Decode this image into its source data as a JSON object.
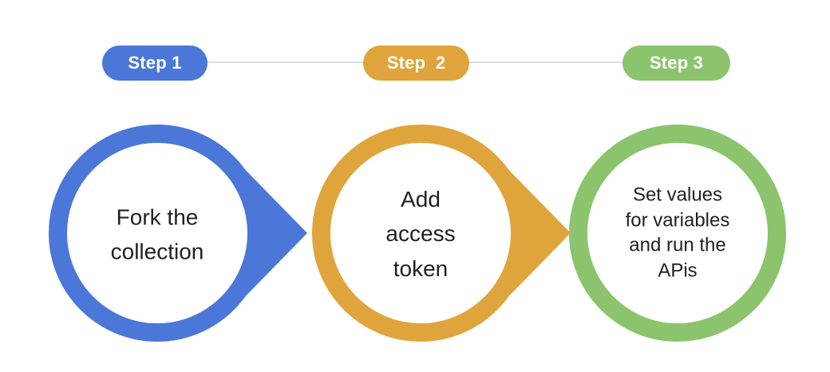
{
  "diagram": {
    "background_color": "#ffffff",
    "connector": {
      "color": "#dedede"
    },
    "badge_text_color": "#ffffff",
    "circle_text_color": "#212121",
    "steps": [
      {
        "badge": "Step 1",
        "color": "#4b77d8",
        "label": "Fork the\ncollection",
        "has_arrow": true
      },
      {
        "badge": "Step  2",
        "color": "#dfa53c",
        "label": "Add\naccess\ntoken",
        "has_arrow": true
      },
      {
        "badge": "Step 3",
        "color": "#8cc46e",
        "label": "Set values\nfor variables\nand run the\nAPis",
        "has_arrow": false
      }
    ]
  }
}
